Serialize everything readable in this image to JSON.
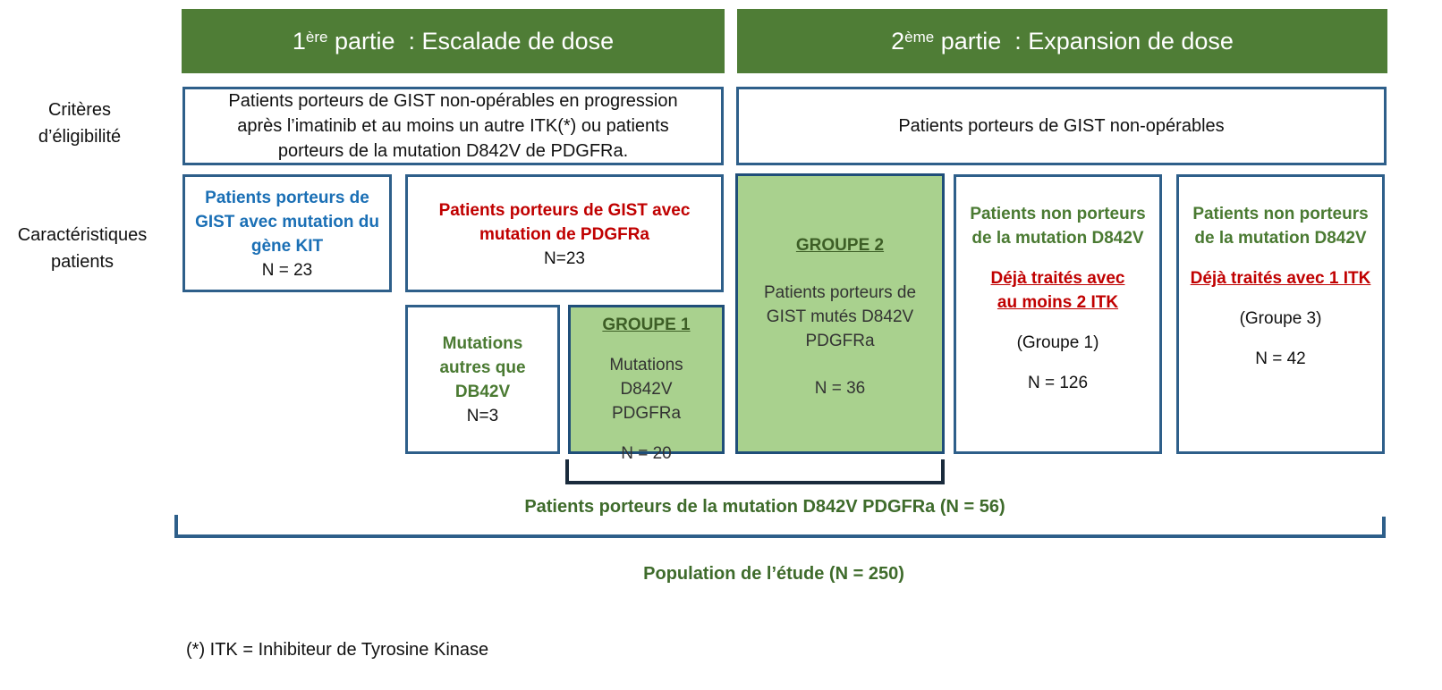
{
  "headers": {
    "part1": {
      "num": "1",
      "sup": "ère",
      "text": " partie  : Escalade de dose"
    },
    "part2": {
      "num": "2",
      "sup": "ème",
      "text": " partie  : Expansion de dose"
    }
  },
  "row_labels": {
    "eligibility": [
      "Critères",
      "d’éligibilité"
    ],
    "characteristics": [
      "Caractéristiques",
      "patients"
    ]
  },
  "eligibility": {
    "part1": "Patients porteurs de GIST non-opérables en progression après l’imatinib et au moins un autre ITK(*) ou patients porteurs de la mutation D842V de PDGFRa.",
    "part2": "Patients porteurs de GIST non-opérables"
  },
  "boxes": {
    "kit": {
      "title": "Patients porteurs de GIST avec mutation du gène KIT",
      "n": "N = 23"
    },
    "pdgfra": {
      "title": "Patients porteurs de GIST avec mutation de PDGFRa",
      "n": "N=23"
    },
    "other_mut": {
      "title": "Mutations autres que DB42V",
      "n": "N=3"
    },
    "groupe1": {
      "title": "GROUPE 1",
      "desc": "Mutations D842V PDGFRa",
      "n": "N = 20"
    },
    "groupe2": {
      "title": "GROUPE 2",
      "desc": "Patients porteurs de GIST mutés D842V PDGFRa",
      "n": "N = 36"
    },
    "exp_g1": {
      "title": "Patients non porteurs de la mutation D842V",
      "treated": "Déjà traités avec au moins 2 ITK",
      "group": "(Groupe 1)",
      "n": "N = 126"
    },
    "exp_g3": {
      "title": "Patients non porteurs de la mutation D842V",
      "treated": "Déjà traités avec 1 ITK",
      "group": "(Groupe 3)",
      "n": "N = 42"
    }
  },
  "summary": {
    "d842v": "Patients porteurs de la mutation D842V PDGFRa (N = 56)",
    "population": "Population de l’étude (N = 250)"
  },
  "footnote": "(*) ITK = Inhibiteur de Tyrosine Kinase",
  "colors": {
    "header": "#4f7d36",
    "box_border": "#2e5f8a",
    "group_fill": "#a9d18e",
    "red": "#c00000",
    "blue": "#1a6fb5",
    "green_text": "#4a7a32"
  }
}
